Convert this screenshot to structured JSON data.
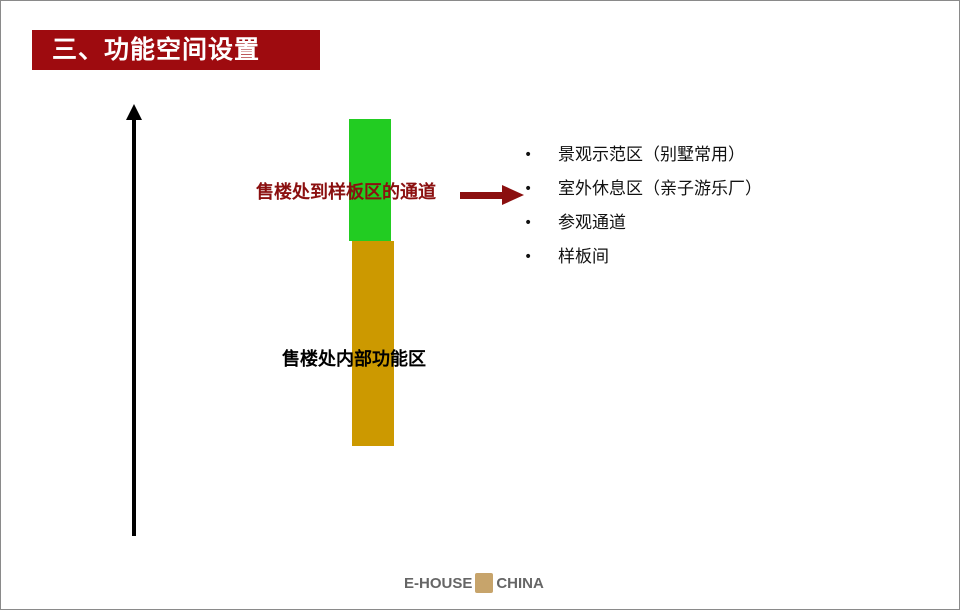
{
  "slide": {
    "title": "三、功能空间设置"
  },
  "diagram": {
    "passage_label": "售楼处到样板区的通道",
    "interior_label": "售楼处内部功能区",
    "colors": {
      "title_bg": "#9e0b0f",
      "passage_block": "#22cc22",
      "interior_block": "#cc9900",
      "arrow": "#8b0f0f"
    }
  },
  "bullets": {
    "items": [
      {
        "marker": "•",
        "text": "景观示范区（别墅常用）"
      },
      {
        "marker": "•",
        "text": "室外休息区（亲子游乐厂）"
      },
      {
        "marker": "•",
        "text": "参观通道"
      },
      {
        "marker": "•",
        "text": "样板间"
      }
    ]
  },
  "footer": {
    "logo_left": "E-HOUSE",
    "logo_right": "CHINA"
  }
}
